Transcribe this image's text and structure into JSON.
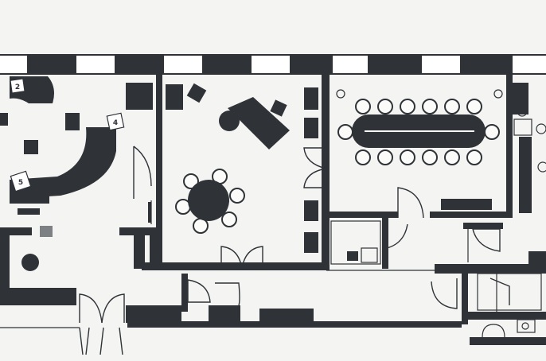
{
  "plan": {
    "workstation_numbers": [
      "2",
      "4",
      "5"
    ],
    "colors": {
      "wall": "#2f3338",
      "floor": "#f4f4f2",
      "window": "#ffffff"
    }
  }
}
